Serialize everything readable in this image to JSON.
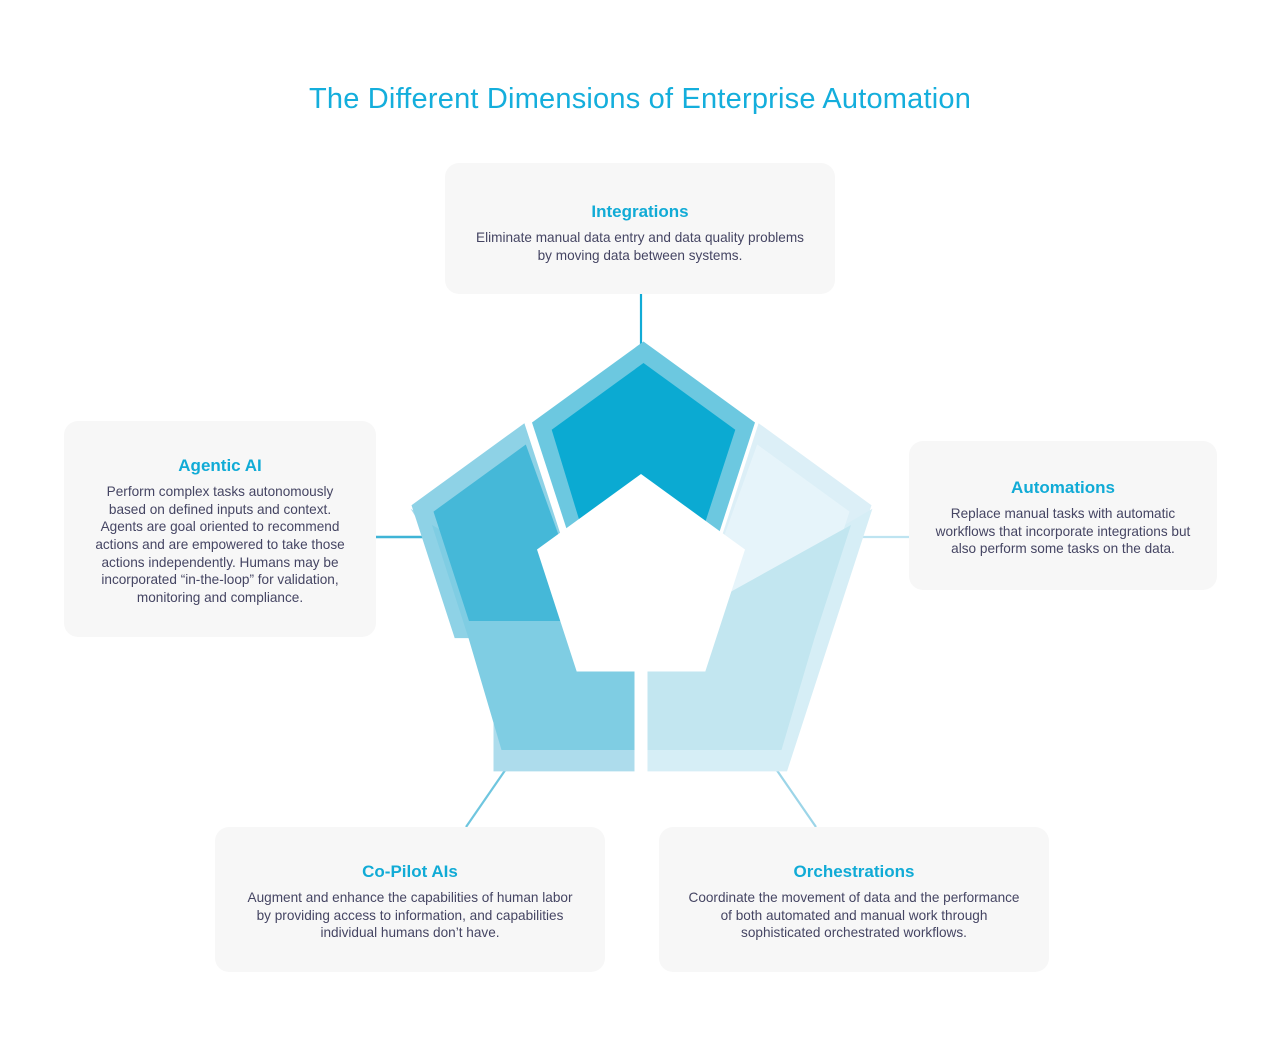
{
  "page": {
    "title": "The Different Dimensions of Enterprise Automation",
    "background_color": "#FFFFFF",
    "title_color": "#14AEDC",
    "card_background": "#F7F7F7",
    "card_title_color": "#11ABD6",
    "card_body_color": "#454563"
  },
  "cards": {
    "integrations": {
      "title": "Integrations",
      "body": "Eliminate manual data entry and data quality problems by moving data between systems."
    },
    "agentic_ai": {
      "title": "Agentic AI",
      "body": "Perform complex tasks autonomously based on defined inputs and context. Agents are goal oriented to recommend actions and are empowered to take those actions independently. Humans may be incorporated “in-the-loop” for validation, monitoring and compliance."
    },
    "automations": {
      "title": "Automations",
      "body": "Replace manual tasks with automatic workflows that incorporate integrations but also perform some tasks on the data."
    },
    "copilot_ais": {
      "title": "Co-Pilot AIs",
      "body": "Augment and enhance the capabilities of human labor by providing access to information, and capabilities individual humans don’t have."
    },
    "orchestrations": {
      "title": "Orchestrations",
      "body": "Coordinate the movement of data and the performance of both automated and manual work through sophisticated orchestrated workflows."
    }
  },
  "chart_data": {
    "type": "pie",
    "title": "The Different Dimensions of Enterprise Automation",
    "shape": "pentagon-donut",
    "segment_count": 5,
    "legend_position": "around-chart",
    "categories": [
      "Integrations",
      "Automations",
      "Orchestrations",
      "Co-Pilot AIs",
      "Agentic AI"
    ],
    "values": [
      20,
      20,
      20,
      20,
      20
    ],
    "segments": [
      {
        "label": "Integrations",
        "position": "top",
        "angle_deg": 0,
        "core_color": "#0BAAD2",
        "band_color": "#6CC8E0",
        "connector_color": "#11ABD6"
      },
      {
        "label": "Automations",
        "position": "right",
        "angle_deg": 72,
        "core_color": "#E6F4FA",
        "band_color": "#DCEFF7",
        "connector_color": "#BEE4F1"
      },
      {
        "label": "Orchestrations",
        "position": "bottom-right",
        "angle_deg": 144,
        "core_color": "#C2E6F0",
        "band_color": "#D6EEF6",
        "connector_color": "#9CD5E8"
      },
      {
        "label": "Co-Pilot AIs",
        "position": "bottom-left",
        "angle_deg": 216,
        "core_color": "#7FCDE3",
        "band_color": "#ADDCEC",
        "connector_color": "#6FC6DF"
      },
      {
        "label": "Agentic AI",
        "position": "left",
        "angle_deg": 288,
        "core_color": "#45B8D8",
        "band_color": "#8ED2E6",
        "connector_color": "#3FB4D6"
      }
    ]
  }
}
